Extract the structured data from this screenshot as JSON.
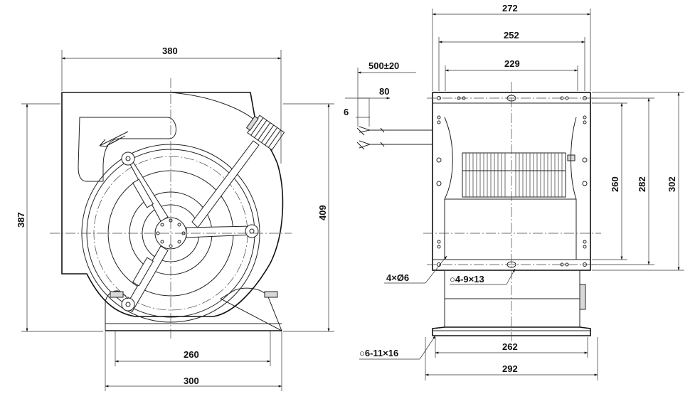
{
  "front_view": {
    "dim_width_top": "380",
    "dim_height_left": "387",
    "dim_height_right": "409",
    "dim_base_inner": "260",
    "dim_base_outer": "300"
  },
  "side_view": {
    "dim_cable_length": "500±20",
    "dim_cable_strip": "80",
    "dim_cable_end": "6",
    "dim_width_272": "272",
    "dim_width_252": "252",
    "dim_width_229": "229",
    "dim_height_260": "260",
    "dim_height_282": "282",
    "dim_height_302": "302",
    "note_holes_small": "4×Ø6",
    "note_slots": "○4-9×13",
    "note_base_slots": "○6-11×16",
    "dim_base_262": "262",
    "dim_base_292": "292"
  }
}
